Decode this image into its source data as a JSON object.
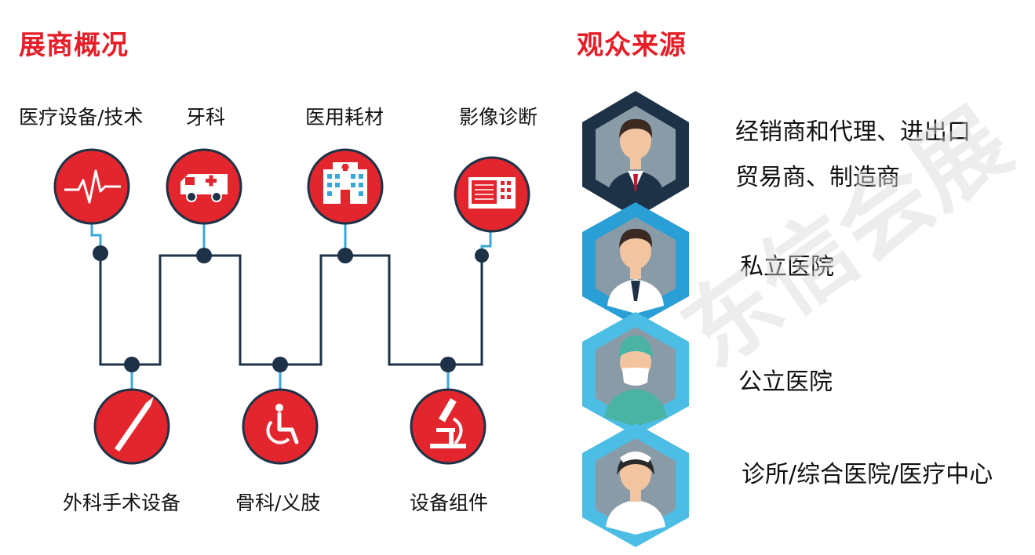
{
  "exhibitors": {
    "title": "展商概况",
    "categories": [
      {
        "label": "医疗设备/技术",
        "icon": "heartbeat-icon"
      },
      {
        "label": "牙科",
        "icon": "ambulance-icon"
      },
      {
        "label": "医用耗材",
        "icon": "hospital-icon"
      },
      {
        "label": "影像诊断",
        "icon": "imaging-monitor-icon"
      },
      {
        "label": "外科手术设备",
        "icon": "scalpel-icon"
      },
      {
        "label": "骨科/义肢",
        "icon": "wheelchair-icon"
      },
      {
        "label": "设备组件",
        "icon": "microscope-icon"
      }
    ]
  },
  "audience": {
    "title": "观众来源",
    "sources": [
      {
        "line1": "经销商和代理、进出口",
        "line2": "贸易商、制造商",
        "icon": "businessman-avatar-icon"
      },
      {
        "line1": "私立医院",
        "icon": "doctor-avatar-icon"
      },
      {
        "line1": "公立医院",
        "icon": "surgeon-avatar-icon"
      },
      {
        "line1": "诊所/综合医院/医疗中心",
        "icon": "nurse-avatar-icon"
      }
    ]
  },
  "watermark": "东信会展",
  "colors": {
    "accent_red": "#e61e28",
    "circle_red": "#e3262d",
    "navy": "#1e3247",
    "light_blue": "#3ba7d9",
    "hex_gray": "#8a9ba8"
  }
}
